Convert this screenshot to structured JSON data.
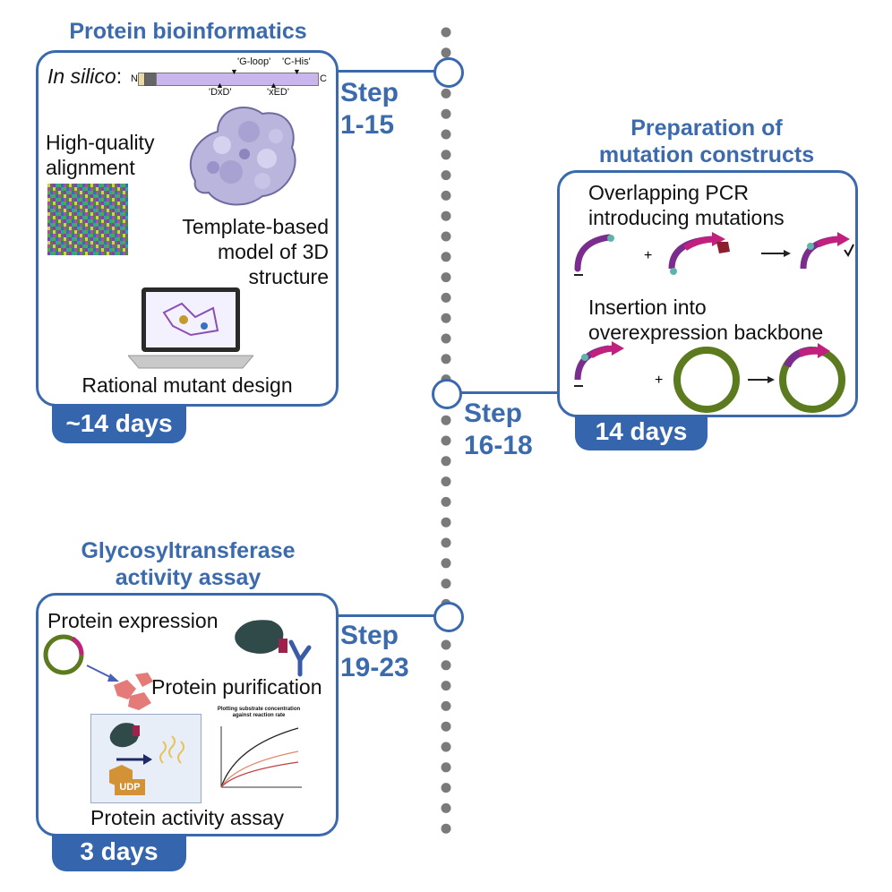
{
  "panel1": {
    "title": "Protein bioinformatics",
    "in_silico": "In silico",
    "colon": ":",
    "n_label": "N",
    "c_label": "C",
    "motif_gloop": "'G-loop'",
    "motif_chis": "'C-His'",
    "motif_dxd": "'DxD'",
    "motif_xed": "'xED'",
    "alignment_line1": "High-quality",
    "alignment_line2": "alignment",
    "template_line1": "Template-based",
    "template_line2": "model of 3D",
    "template_line3": "structure",
    "rational": "Rational mutant design",
    "days": "~14 days"
  },
  "panel2": {
    "title_line1": "Preparation of",
    "title_line2": "mutation constructs",
    "overlap_line1": "Overlapping PCR",
    "overlap_line2": "introducing mutations",
    "insertion_line1": "Insertion into",
    "insertion_line2": "overexpression backbone",
    "plus": "+",
    "days": "14 days"
  },
  "panel3": {
    "title_line1": "Glycosyltransferase",
    "title_line2": "activity assay",
    "expression": "Protein expression",
    "purification": "Protein purification",
    "activity": "Protein activity assay",
    "udp": "UDP",
    "chart_title": "Plotting substrate concentration against reaction rate",
    "days": "3 days"
  },
  "steps": {
    "s1_line1": "Step",
    "s1_line2": "1-15",
    "s2_line1": "Step",
    "s2_line2": "16-18",
    "s3_line1": "Step",
    "s3_line2": "19-23"
  },
  "colors": {
    "accent": "#3b6bad",
    "plasmid_green": "#5c7a1e",
    "insert_purple": "#7b2d8e",
    "insert_magenta": "#c2207f"
  }
}
